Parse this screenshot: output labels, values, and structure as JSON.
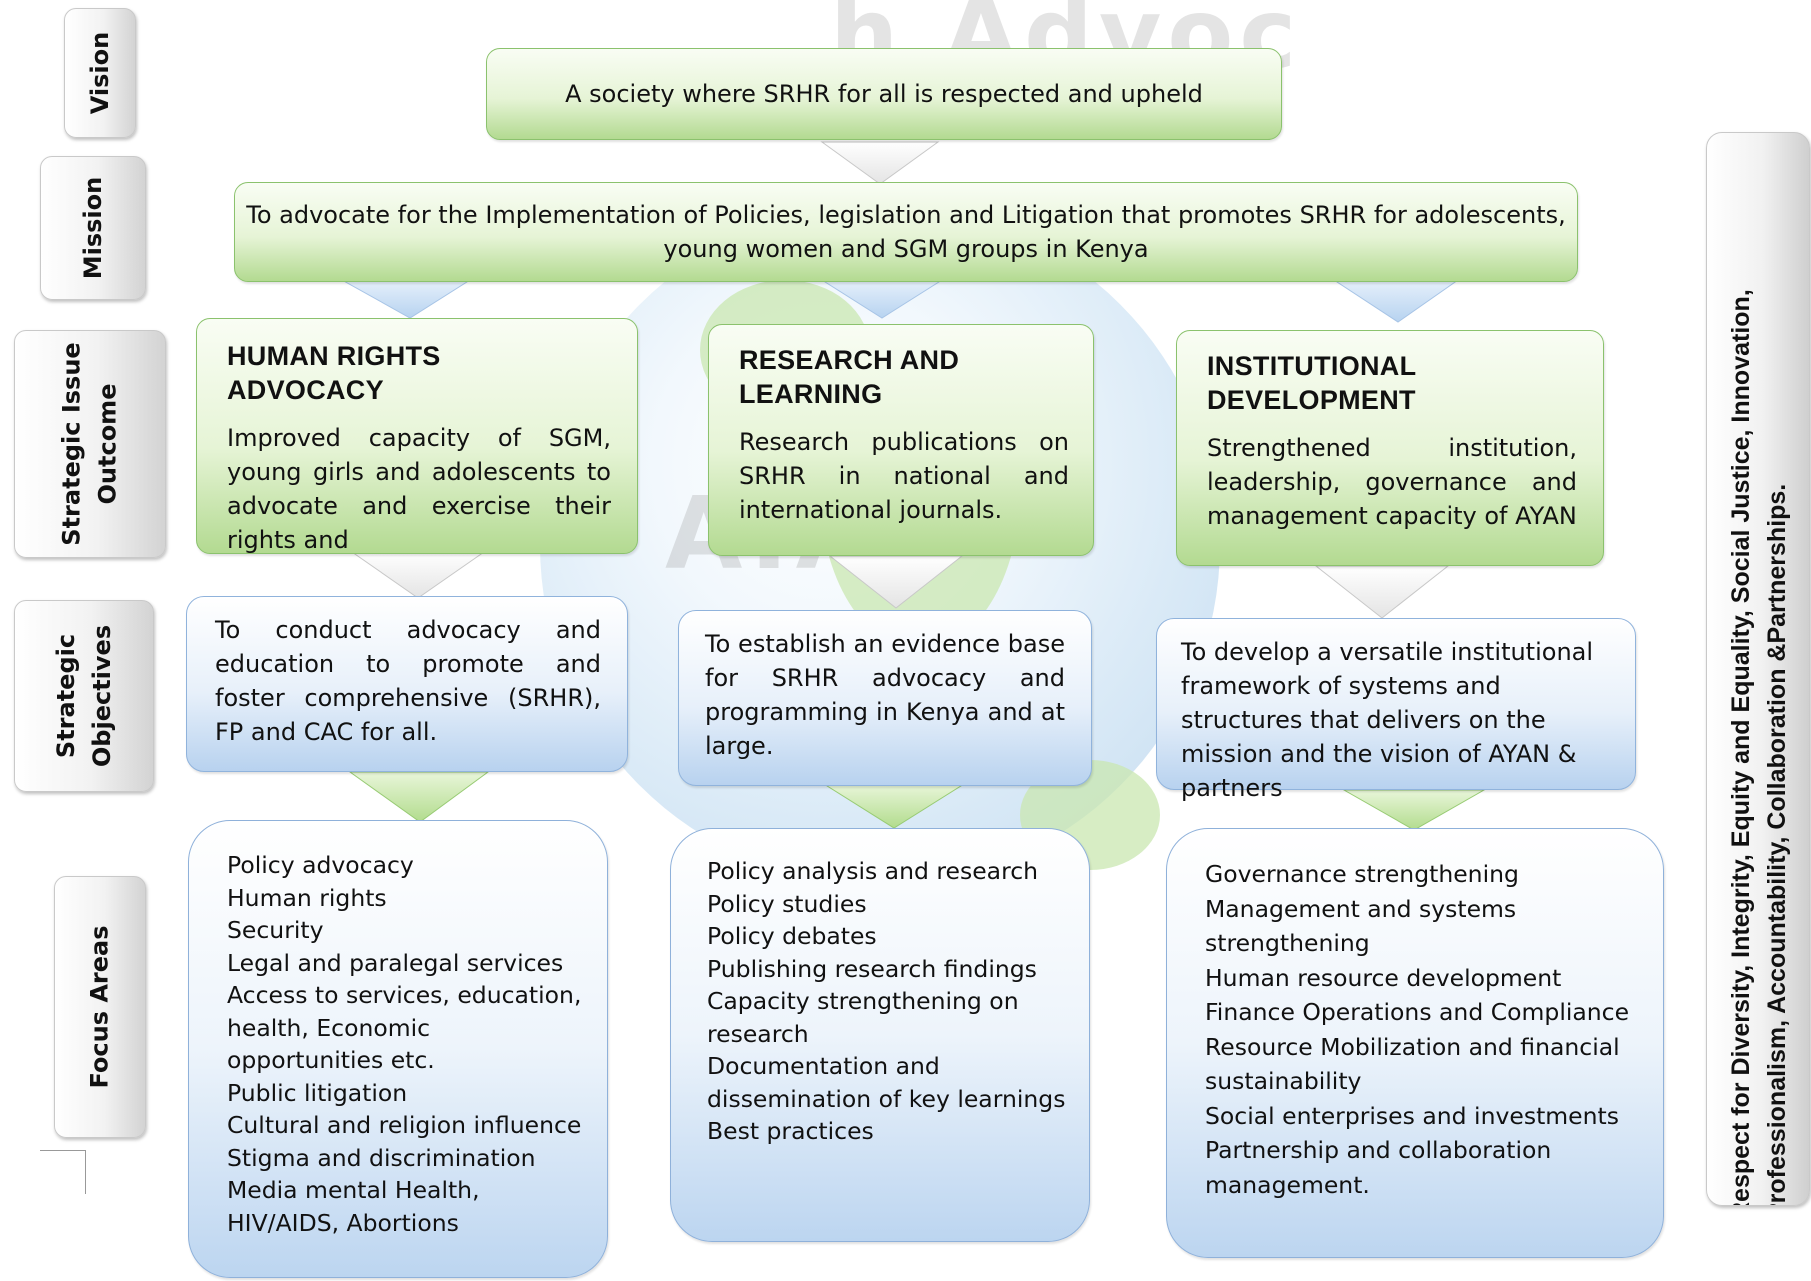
{
  "side_labels": {
    "vision": "Vision",
    "mission": "Mission",
    "strategic_issue_line1": "Strategic Issue",
    "strategic_issue_line2": "Outcome",
    "strategic_obj_line1": "Strategic",
    "strategic_obj_line2": "Objectives",
    "focus_areas": "Focus Areas"
  },
  "vision": "A society where SRHR for all is respected and upheld",
  "mission": {
    "line1": "To advocate for the Implementation of Policies, legislation and Litigation that promotes SRHR for adolescents,",
    "line2": "young women and SGM groups in Kenya"
  },
  "columns": [
    {
      "heading_line1": "HUMAN RIGHTS",
      "heading_line2": "ADVOCACY",
      "outcome": "Improved capacity of SGM, young girls and adolescents to advocate and exercise their rights and",
      "objective": "To conduct advocacy and education to promote and foster comprehensive (SRHR), FP and CAC for all.",
      "focus": [
        "Policy advocacy",
        "Human rights",
        "Security",
        "Legal and paralegal services",
        "Access to services, education,",
        "health, Economic",
        "opportunities etc.",
        "Public litigation",
        "Cultural and religion influence",
        "Stigma and discrimination",
        "Media mental Health,",
        "HIV/AIDS, Abortions"
      ]
    },
    {
      "heading_line1": "RESEARCH AND",
      "heading_line2": "LEARNING",
      "outcome": "Research publications on SRHR in national and international journals.",
      "objective": "To establish an evidence base for SRHR advocacy and programming in Kenya and at large.",
      "focus": [
        "Policy analysis and research",
        "Policy studies",
        "Policy debates",
        "Publishing research findings",
        "Capacity strengthening on",
        "research",
        "Documentation and",
        "dissemination of key learnings",
        "Best practices"
      ]
    },
    {
      "heading_line1": "INSTITUTIONAL",
      "heading_line2": "DEVELOPMENT",
      "outcome": "Strengthened institution, leadership, governance and management capacity of AYAN",
      "objective": "To develop a versatile institutional framework of systems and structures that delivers on the mission and the vision of AYAN & partners",
      "focus": [
        "Governance strengthening",
        "Management and systems",
        "strengthening",
        "Human resource development",
        "Finance Operations and Compliance",
        "Resource Mobilization and financial",
        "sustainability",
        "Social enterprises and investments",
        "Partnership and collaboration",
        "management."
      ]
    }
  ],
  "values": {
    "line1": "Respect for Diversity, Integrity, Equity and Equality, Social Justice, Innovation,",
    "line2": "Professionalism, Accountability, Collaboration &Partnerships."
  },
  "watermark": {
    "top_arc": "h Advoc",
    "center": "AYAN"
  },
  "colors": {
    "green_box": "#e6f4d6",
    "blue_box": "#e7f0fa",
    "grey_label": "#f2f2f2"
  }
}
